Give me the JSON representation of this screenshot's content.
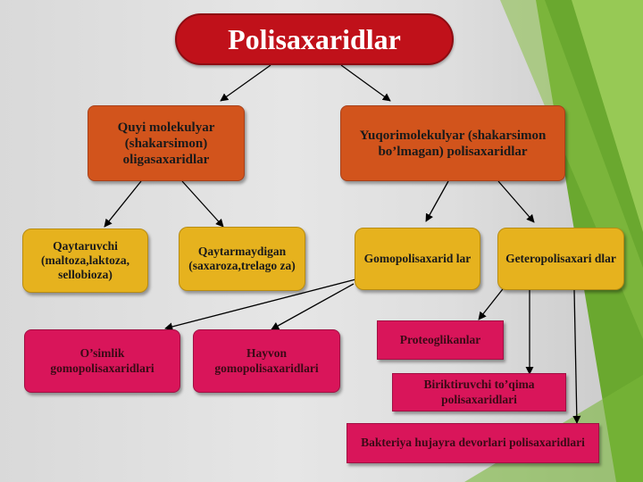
{
  "title": "Polisaxaridlar",
  "level1": {
    "left": "Quyi molekulyar (shakarsimon) oligasaxaridlar",
    "right": "Yuqorimolekulyar (shakarsimon bo’lmagan) polisaxaridlar"
  },
  "level2": {
    "reducing": "Qaytaruvchi (maltoza,laktoza, sellobioza)",
    "nonreducing": "Qaytarmaydigan (saxaroza,trelago za)",
    "homo": "Gomopolisaxarid lar",
    "hetero": "Geteropolisaxari dlar"
  },
  "level3": {
    "plant": "O’simlik gomopolisaxaridlari",
    "animal": "Hayvon gomopolisaxaridlari",
    "proteoglycans": "Proteoglikanlar",
    "connective": "Biriktiruvchi to’qima polisaxaridlari",
    "bacterial": "Bakteriya hujayra devorlari polisaxaridlari"
  },
  "colors": {
    "title": "#c0111a",
    "orange": "#d2541c",
    "yellow": "#e6b21e",
    "pink": "#d9155a",
    "green": "#7ab83a"
  }
}
